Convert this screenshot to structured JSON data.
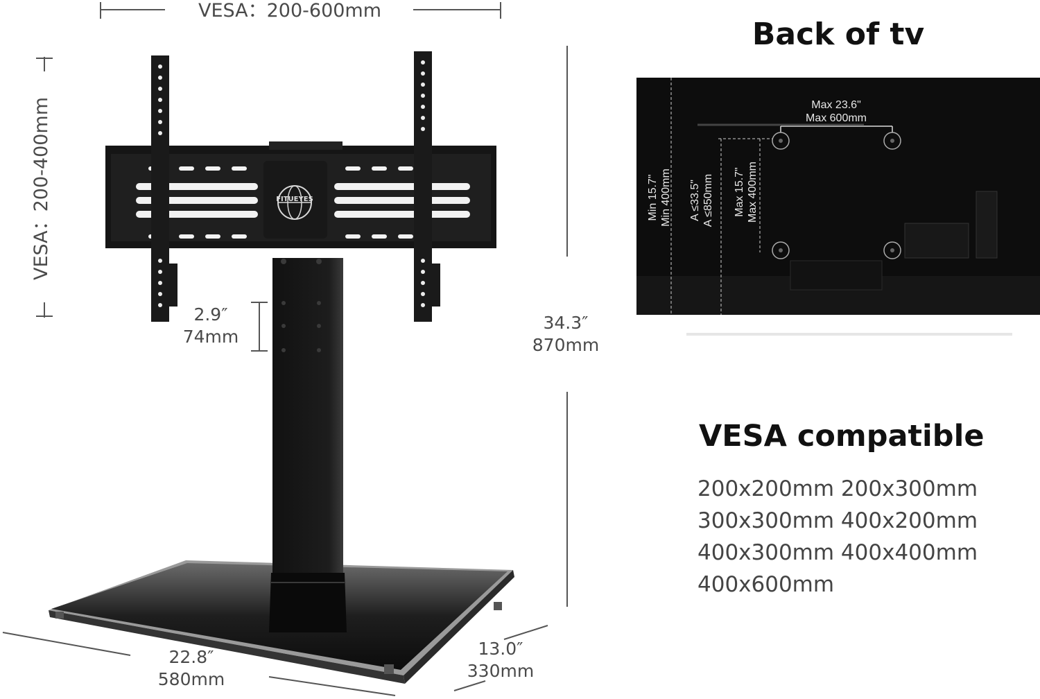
{
  "stand": {
    "vesa_horizontal": "VESA：200-600mm",
    "vesa_vertical": "VESA：200-400mm",
    "brand_logo": "FITUEYES",
    "height_adjust": {
      "inch": "2.9″",
      "mm": "74mm"
    },
    "total_height": {
      "inch": "34.3″",
      "mm": "870mm"
    },
    "base_width": {
      "inch": "22.8″",
      "mm": "580mm"
    },
    "base_depth": {
      "inch": "13.0″",
      "mm": "330mm"
    }
  },
  "back_of_tv": {
    "title": "Back of  tv",
    "max_width": {
      "inch": "Max 23.6\"",
      "mm": "Max 600mm"
    },
    "max_height": {
      "inch": "Max 15.7\"",
      "mm": "Max 400mm"
    },
    "min_height": {
      "inch": "Min 15.7\"",
      "mm": "Min 400mm"
    },
    "a_limit": {
      "inch": "A ≤33.5\"",
      "mm": "A ≤850mm"
    }
  },
  "vesa_compatible": {
    "title": "VESA compatible",
    "lines": [
      "200x200mm 200x300mm",
      "300x300mm 400x200mm",
      "400x300mm 400x400mm",
      "400x600mm"
    ]
  },
  "colors": {
    "stand_black": "#1a1a1a",
    "tv_black": "#0d0d0d",
    "dimension_gray": "#4a4a4a"
  }
}
